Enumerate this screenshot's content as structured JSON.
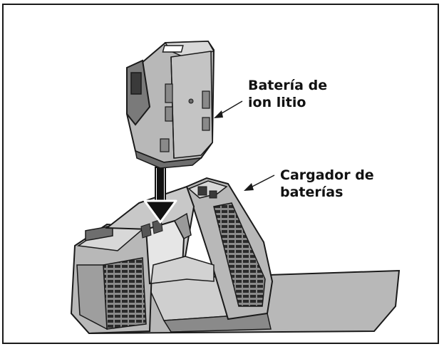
{
  "labels": {
    "battery": {
      "line1": "Batería de",
      "line2": "ion litio"
    },
    "charger": {
      "line1": "Cargador de",
      "line2": "baterías"
    }
  },
  "colors": {
    "outline": "#1a1a1a",
    "body_gray": "#b8b8b8",
    "dark_gray": "#6e6e6e",
    "light_gray": "#d8d8d8",
    "arrow": "#111111"
  },
  "icons": {
    "battery": "battery-pack-illustration",
    "charger": "charger-illustration",
    "insert_arrow": "down-arrow-icon"
  }
}
